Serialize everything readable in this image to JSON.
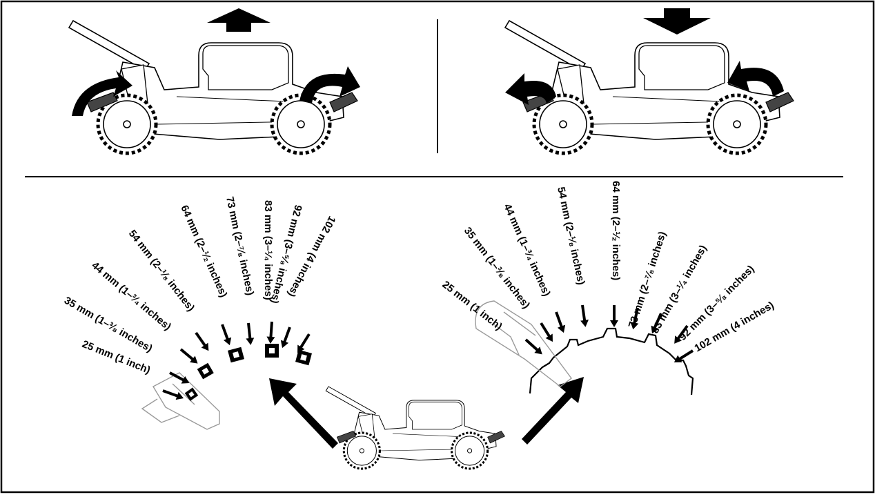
{
  "colors": {
    "line": "#000000",
    "fill": "#ffffff",
    "faint": "#9a9a9a"
  },
  "panels": {
    "raise": {
      "arrow": "up-arrow-icon"
    },
    "lower": {
      "arrow": "down-arrow-icon"
    }
  },
  "left_positions": {
    "labels": [
      "25 mm (1 inch)",
      "35 mm (1–³⁄₈ inches)",
      "44 mm (1–³⁄₄ inches)",
      "54 mm (2–¹⁄₈ inches)",
      "64 mm (2–¹⁄₂ inches)",
      "73 mm (2–⁷⁄₈ inches)",
      "83 mm (3–¹⁄₄ inches)",
      "92 mm (3–⁵⁄₈ inches)",
      "102 mm (4 inches)"
    ]
  },
  "right_positions": {
    "labels": [
      "25 mm (1 inch)",
      "35 mm (1–³⁄₈ inches)",
      "44 mm (1–³⁄₄ inches)",
      "54 mm (2–¹⁄₈ inches)",
      "64 mm (2–¹⁄₂ inches)",
      "73 mm (2–⁷⁄₈ inches)",
      "83 mm (3–¹⁄₄ inches)",
      "92 mm (3–⁵⁄₈ inches)",
      "102 mm (4 inches)"
    ]
  }
}
